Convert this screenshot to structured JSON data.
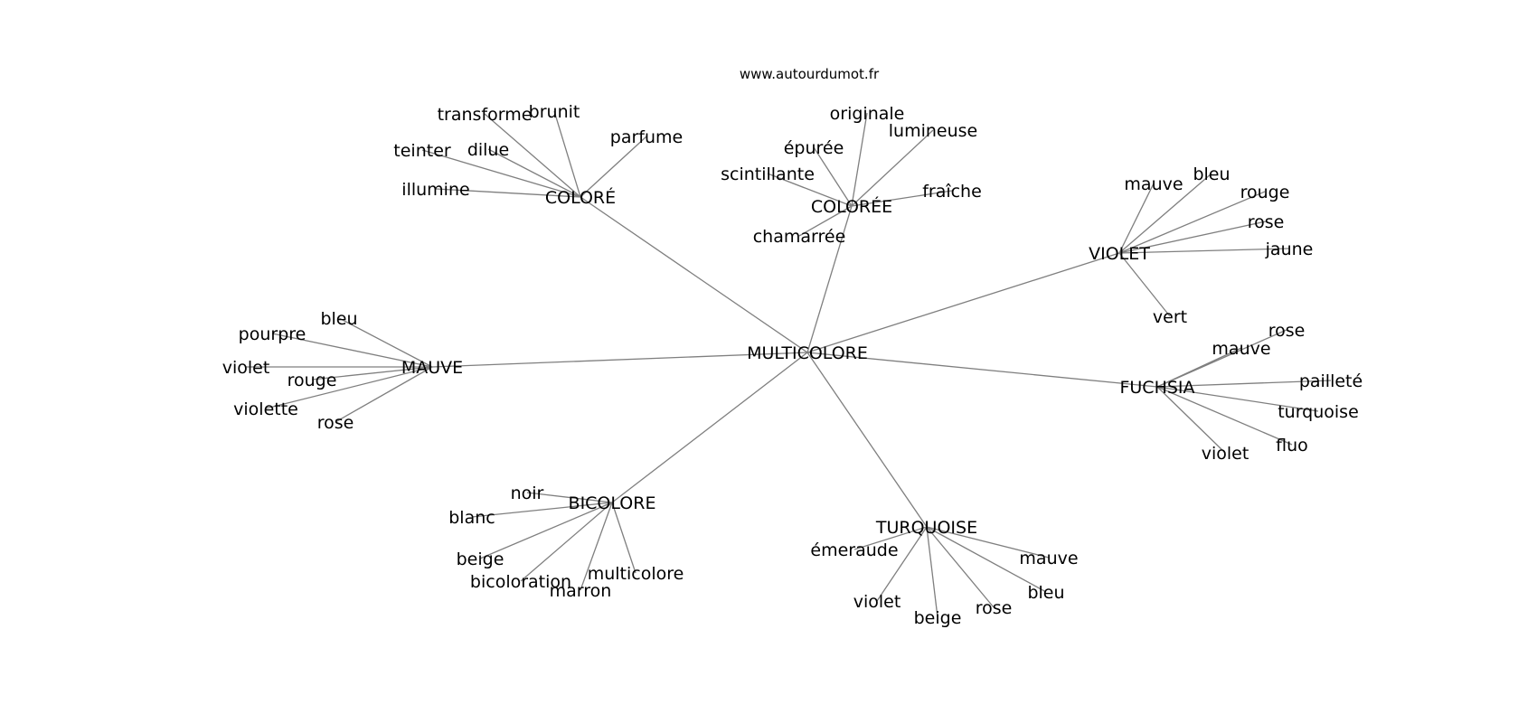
{
  "source": "www.autourdumot.fr",
  "graph": {
    "center": "MULTICOLORE",
    "clusters": [
      {
        "hub": "COLORÉ",
        "words": [
          "transforme",
          "brunit",
          "parfume",
          "teinter",
          "dilue",
          "illumine"
        ]
      },
      {
        "hub": "COLORÉE",
        "words": [
          "originale",
          "lumineuse",
          "épurée",
          "scintillante",
          "fraîche",
          "chamarrée"
        ]
      },
      {
        "hub": "VIOLET",
        "words": [
          "mauve",
          "bleu",
          "rouge",
          "rose",
          "jaune",
          "vert"
        ]
      },
      {
        "hub": "MAUVE",
        "words": [
          "bleu",
          "pourpre",
          "violet",
          "rouge",
          "violette",
          "rose"
        ]
      },
      {
        "hub": "FUCHSIA",
        "words": [
          "rose",
          "mauve",
          "pailleté",
          "turquoise",
          "fluo",
          "violet"
        ]
      },
      {
        "hub": "BICOLORE",
        "words": [
          "noir",
          "blanc",
          "beige",
          "bicoloration",
          "marron",
          "multicolore"
        ]
      },
      {
        "hub": "TURQUOISE",
        "words": [
          "émeraude",
          "mauve",
          "bleu",
          "violet",
          "beige",
          "rose"
        ]
      }
    ]
  }
}
